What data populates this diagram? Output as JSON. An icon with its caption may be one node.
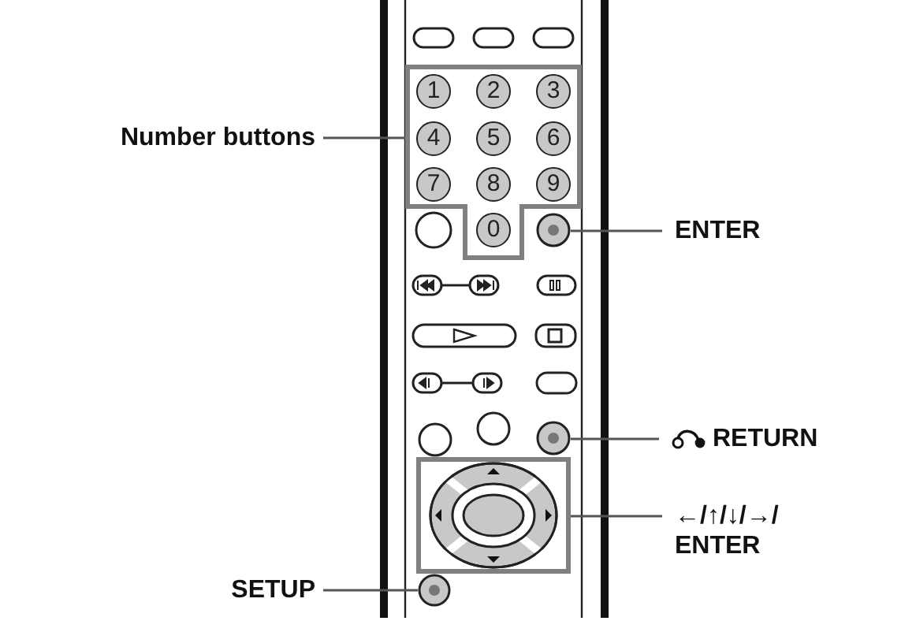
{
  "diagram": {
    "nodes": [
      {
        "text": [
          "Number buttons"
        ]
      },
      {
        "text": [],
        "shape": "box"
      },
      {
        "text": [],
        "shape": "circle"
      },
      {
        "text": [
          "ENTER"
        ]
      },
      {
        "text": [],
        "shape": "circle"
      },
      {
        "text": [
          "RETURN"
        ]
      },
      {
        "text": [],
        "shape": "box"
      },
      {
        "text": [
          "←/↑/↓/→/ ENTER"
        ]
      },
      {
        "text": [],
        "shape": "circle"
      },
      {
        "text": [
          "SETUP"
        ]
      }
    ],
    "edges": [
      {
        "from": 0,
        "to": 1,
        "arrow": "none"
      },
      {
        "from": 3,
        "to": 2,
        "arrow": "none"
      },
      {
        "from": 5,
        "to": 4,
        "arrow": "none"
      },
      {
        "from": 7,
        "to": 6,
        "arrow": "none"
      },
      {
        "from": 9,
        "to": 8,
        "arrow": "none"
      }
    ],
    "labels": [
      "1",
      "2",
      "3",
      "4",
      "5",
      "6",
      "7",
      "8",
      "9",
      "0"
    ]
  }
}
